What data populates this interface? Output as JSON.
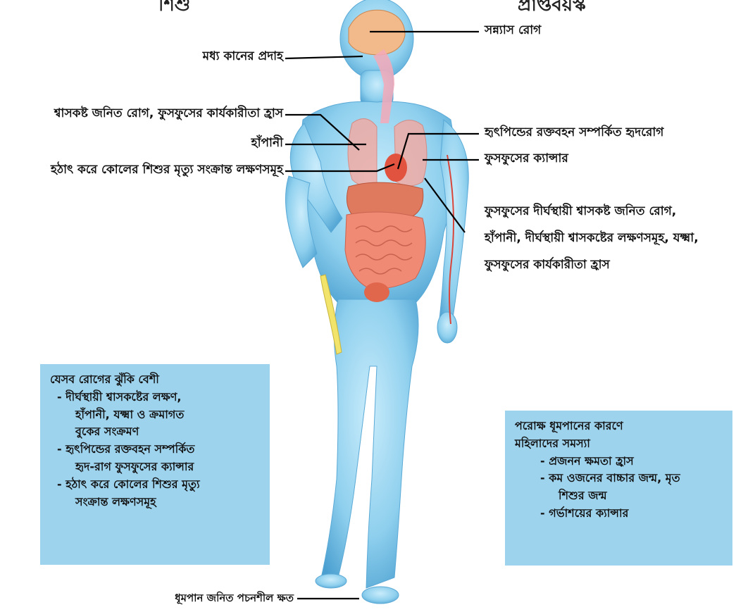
{
  "headers": {
    "left": "শিশু",
    "right": "প্রাপ্তবয়স্ক"
  },
  "labels": {
    "stroke": "সন্ন্যাস রোগ",
    "ear": "মধ্য কানের প্রদাহ",
    "breathing": "শ্বাসকষ্ট জনিত রোগ, ফুসফুসের কার্যকারীতা হ্রাস",
    "asthma": "হাঁপানী",
    "sids": "হঠাৎ করে কোলের শিশুর মৃত্যু সংক্রান্ত লক্ষণসমূহ",
    "heart": "হৃৎপিন্ডের রক্তবহন সম্পর্কিত হৃদরোগ",
    "lung_cancer": "ফুসফুসের ক্যান্সার",
    "copd": [
      "ফুসফুসের দীর্ঘস্থায়ী শ্বাসকষ্ট জনিত রোগ,",
      "হাঁপানী, দীর্ঘস্থায়ী শ্বাসকষ্টের লক্ষণসমূহ, যক্ষ্মা,",
      "ফুসফুসের কার্যকারীতা হ্রাস"
    ],
    "ulcer": "ধূমপান জনিত পচনশীল ক্ষত"
  },
  "risk_box": {
    "lines": [
      "যেসব রোগের ঝুঁকি বেশী",
      "- দীর্ঘস্থায়ী শ্বাসকষ্টের লক্ষণ,",
      "হাঁপানী, যক্ষ্মা ও ক্রমাগত",
      "বুকের সংক্রমণ",
      "- হৃৎপিন্ডের রক্তবহন সম্পর্কিত",
      "হৃদ-রাগ ফুসফুসের ক্যান্সার",
      "- হঠাৎ করে কোলের শিশুর মৃত্যু",
      "সংক্রান্ত লক্ষণসমূহ"
    ]
  },
  "women_box": {
    "lines": [
      "পরোক্ষ ধূমপানের কারণে",
      "মহিলাদের সমস্যা",
      "- প্রজনন ক্ষমতা হ্রাস",
      "- কম ওজনের বাচ্চার জন্ম, মৃত",
      "শিশুর জন্ম",
      "- গর্ভাশয়ের ক্যান্সার"
    ]
  },
  "colors": {
    "body": "#8fd0ee",
    "body_dark": "#4a9fd0",
    "organ": "#f08a74",
    "box_bg": "#9ed3ee",
    "bone": "#f2e36a",
    "brain": "#f2b98a"
  }
}
